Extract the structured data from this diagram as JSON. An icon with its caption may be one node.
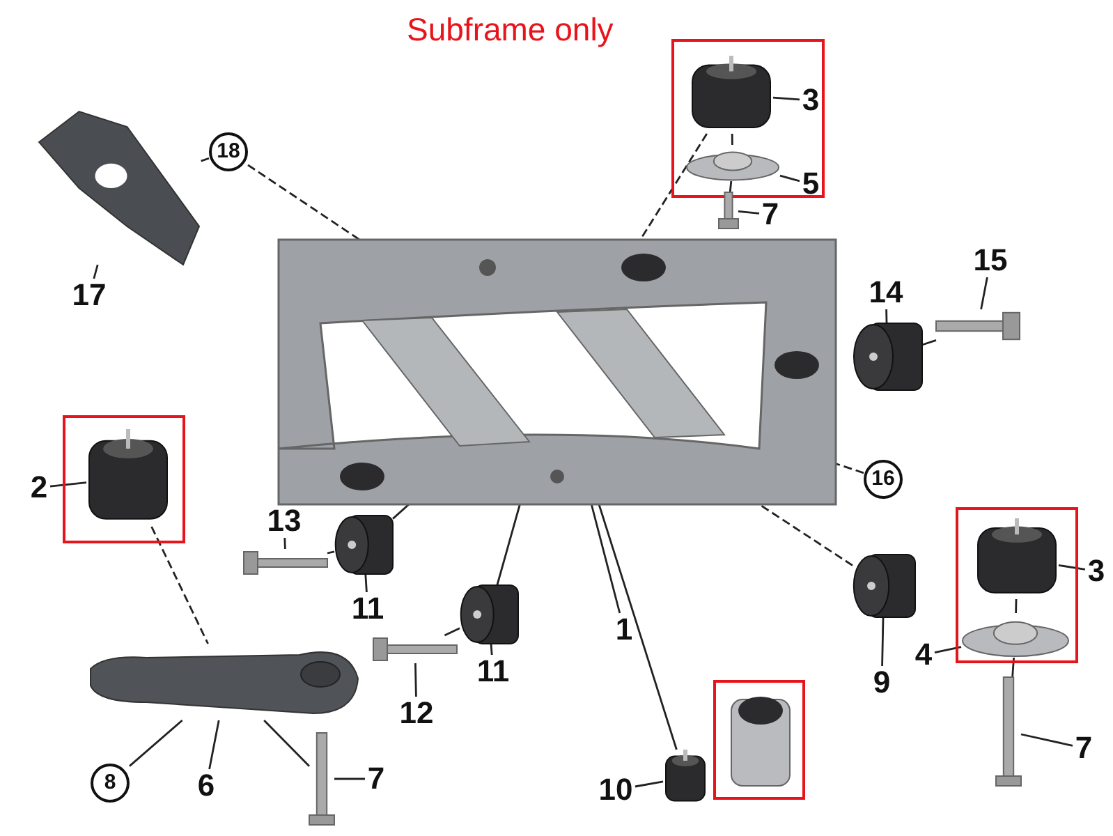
{
  "diagram": {
    "nodes": [
      {
        "text": [
          "18"
        ]
      },
      {
        "text": [
          "3"
        ]
      },
      {
        "text": [
          "5"
        ]
      },
      {
        "text": [
          "17"
        ]
      },
      {
        "text": [
          "7"
        ]
      },
      {
        "text": [
          "15"
        ]
      },
      {
        "text": [
          "14"
        ]
      },
      {
        "text": [
          "2"
        ]
      },
      {
        "text": [
          "16"
        ]
      },
      {
        "text": [
          "13"
        ]
      },
      {
        "text": [
          "11"
        ]
      },
      {
        "text": [
          "3"
        ]
      },
      {
        "text": [
          "1"
        ]
      },
      {
        "text": [
          "11"
        ]
      },
      {
        "text": [
          "4"
        ]
      },
      {
        "text": [
          "12"
        ]
      },
      {
        "text": [
          "9"
        ]
      },
      {
        "text": [
          "7"
        ]
      },
      {
        "text": [
          "8"
        ]
      },
      {
        "text": [
          "6"
        ]
      },
      {
        "text": [
          "7"
        ]
      },
      {
        "text": [
          "10"
        ]
      },
      {
        "text": [],
        "shape": "picture"
      },
      {
        "text": [],
        "shape": "picture"
      },
      {
        "text": [],
        "shape": "picture"
      },
      {
        "text": [],
        "shape": "picture"
      },
      {
        "text": [],
        "shape": "picture"
      },
      {
        "text": [],
        "shape": "picture"
      },
      {
        "text": [],
        "shape": "picture"
      },
      {
        "text": [],
        "shape": "picture"
      },
      {
        "text": [],
        "shape": "picture"
      },
      {
        "text": [],
        "shape": "picture"
      },
      {
        "text": [],
        "shape": "picture"
      },
      {
        "text": [],
        "shape": "picture"
      },
      {
        "text": [],
        "shape": "picture"
      },
      {
        "text": [],
        "shape": "picture"
      },
      {
        "text": [],
        "shape": "picture"
      },
      {
        "text": [],
        "shape": "picture"
      },
      {
        "text": [],
        "shape": "picture"
      },
      {
        "text": [],
        "shape": "picture"
      },
      {
        "text": [],
        "shape": "picture"
      }
    ],
    "edges": [
      {
        "from": 0,
        "to": 22,
        "arrow": "none",
        "style": "dashed"
      },
      {
        "from": 0,
        "to": 26,
        "arrow": "none",
        "style": "dashed"
      },
      {
        "from": 3,
        "to": 22,
        "arrow": "none"
      },
      {
        "from": 1,
        "to": 23,
        "arrow": "none"
      },
      {
        "from": 2,
        "to": 24,
        "arrow": "none"
      },
      {
        "from": 4,
        "to": 25,
        "arrow": "none"
      },
      {
        "from": 23,
        "to": 26,
        "arrow": "none",
        "style": "dashed"
      },
      {
        "from": 24,
        "to": 23,
        "arrow": "none"
      },
      {
        "from": 25,
        "to": 24,
        "arrow": "none"
      },
      {
        "from": 5,
        "to": 27,
        "arrow": "none"
      },
      {
        "from": 6,
        "to": 28,
        "arrow": "none"
      },
      {
        "from": 27,
        "to": 28,
        "arrow": "none"
      },
      {
        "from": 7,
        "to": 29,
        "arrow": "none"
      },
      {
        "from": 29,
        "to": 38,
        "arrow": "none",
        "style": "dashed"
      },
      {
        "from": 8,
        "to": 26,
        "arrow": "none",
        "style": "dashed"
      },
      {
        "from": 9,
        "to": 30,
        "arrow": "none"
      },
      {
        "from": 30,
        "to": 31,
        "arrow": "none"
      },
      {
        "from": 10,
        "to": 31,
        "arrow": "none"
      },
      {
        "from": 31,
        "to": 26,
        "arrow": "none"
      },
      {
        "from": 11,
        "to": 32,
        "arrow": "none"
      },
      {
        "from": 34,
        "to": 32,
        "arrow": "none"
      },
      {
        "from": 14,
        "to": 34,
        "arrow": "none"
      },
      {
        "from": 37,
        "to": 34,
        "arrow": "none"
      },
      {
        "from": 12,
        "to": 26,
        "arrow": "none"
      },
      {
        "from": 13,
        "to": 33,
        "arrow": "none"
      },
      {
        "from": 35,
        "to": 33,
        "arrow": "none"
      },
      {
        "from": 33,
        "to": 26,
        "arrow": "none"
      },
      {
        "from": 15,
        "to": 35,
        "arrow": "none"
      },
      {
        "from": 16,
        "to": 36,
        "arrow": "none"
      },
      {
        "from": 36,
        "to": 26,
        "arrow": "none",
        "style": "dashed"
      },
      {
        "from": 17,
        "to": 37,
        "arrow": "none"
      },
      {
        "from": 18,
        "to": 38,
        "arrow": "none"
      },
      {
        "from": 19,
        "to": 38,
        "arrow": "none"
      },
      {
        "from": 20,
        "to": 39,
        "arrow": "none"
      },
      {
        "from": 39,
        "to": 38,
        "arrow": "none"
      },
      {
        "from": 21,
        "to": 40,
        "arrow": "none"
      },
      {
        "from": 40,
        "to": 26,
        "arrow": "none"
      }
    ],
    "labels": [
      "Subframe only"
    ]
  }
}
